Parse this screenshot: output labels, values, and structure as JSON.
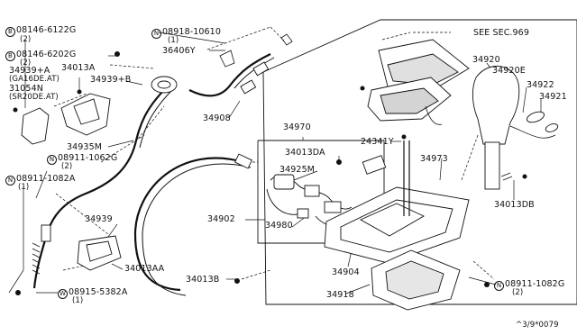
{
  "parts": {
    "p08146_6122g": {
      "marker": "B",
      "num": "08146-6122G",
      "qty": "(2)"
    },
    "p08146_6202g": {
      "marker": "B",
      "num": "08146-6202G",
      "qty": "(2)"
    },
    "p34939a": {
      "num": "34939+A",
      "note": "(GA16DE.AT)"
    },
    "p31054n": {
      "num": "31054N",
      "note": "(SR20DE.AT)"
    },
    "p34013a": {
      "num": "34013A"
    },
    "p34939b": {
      "num": "34939+B"
    },
    "p08918_10610": {
      "marker": "N",
      "num": "08918-10610",
      "qty": "(1)"
    },
    "p36406y": {
      "num": "36406Y"
    },
    "p34908": {
      "num": "34908"
    },
    "p34935m": {
      "num": "34935M"
    },
    "p08911_1062g_l": {
      "marker": "N",
      "num": "08911-1062G",
      "qty": "(2)"
    },
    "p08911_1082a": {
      "marker": "N",
      "num": "08911-1082A",
      "qty": "(1)"
    },
    "p34939": {
      "num": "34939"
    },
    "p34013aa": {
      "num": "34013AA"
    },
    "p08915_5382a": {
      "marker": "W",
      "num": "08915-5382A",
      "qty": "(1)"
    },
    "p34970": {
      "num": "34970"
    },
    "p34013da": {
      "num": "34013DA"
    },
    "p34925m": {
      "num": "34925M"
    },
    "p34980": {
      "num": "34980"
    },
    "p34902": {
      "num": "34902"
    },
    "p34013b": {
      "num": "34013B"
    },
    "p34904": {
      "num": "34904"
    },
    "p34918": {
      "num": "34918"
    },
    "p24341y": {
      "num": "24341Y"
    },
    "p34973": {
      "num": "34973"
    },
    "p34920": {
      "num": "34920"
    },
    "p34920e": {
      "num": "34920E"
    },
    "p34922": {
      "num": "34922"
    },
    "p34921": {
      "num": "34921"
    },
    "p34013db": {
      "num": "34013DB"
    },
    "p08911_1082g": {
      "marker": "N",
      "num": "08911-1082G",
      "qty": "(2)"
    }
  },
  "see_ref": "SEE SEC.969",
  "code": "^3/9*0079"
}
